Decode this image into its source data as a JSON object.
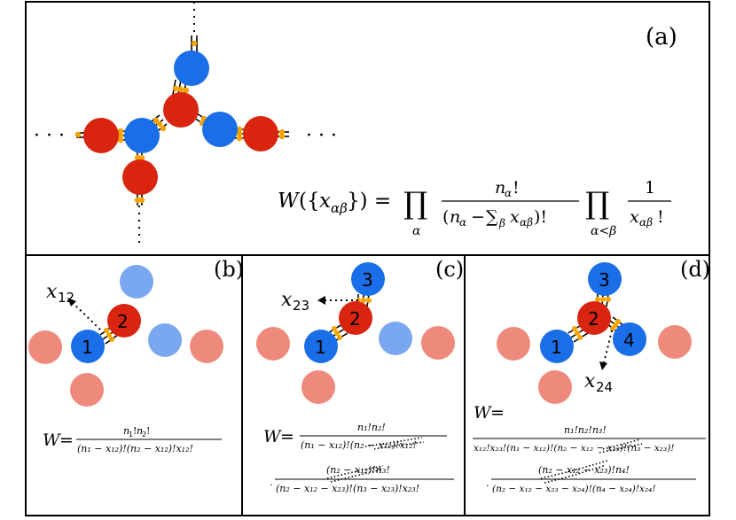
{
  "panels": {
    "a": {
      "label": "(a)",
      "ellipsis": "· · ·",
      "formula": "W({xαβ}) = ∏α nα! / (nα − Σβ xαβ)! ∏α<β 1 / xαβ!"
    },
    "b": {
      "label": "(b)",
      "arrow_label": "x12",
      "formula": "W = n1!n2! / (n1 − x12)!(n2 − x12)!x12!"
    },
    "c": {
      "label": "(c)",
      "arrow_label": "x23",
      "formula_line1": "W = n1!n2! / (n1 − x12)!(n2 − x12)!x12!",
      "formula_line2": "· (n2 − x12)!n3! / (n2 − x12 − x23)!(n3 − x23)!x23!"
    },
    "d": {
      "label": "(d)",
      "arrow_label": "x24",
      "formula_line1": "W = n1!n2!n3! / x12!x23!(n1 − x12)!(n2 − x12 − x23)!(n3 − x23)!",
      "formula_line2": "· (n2 − x12 − x23)!n4! / (n2 − x12 − x23 − x24)!(n4 − x24)!x24!"
    }
  },
  "node_labels": {
    "n1": "1",
    "n2": "2",
    "n3": "3",
    "n4": "4"
  },
  "colors": {
    "red": "#d9250f",
    "blue": "#1a6ee8",
    "light_red": "#ee8a7c",
    "light_blue": "#7aa8f0",
    "bond": "#f5a300"
  }
}
